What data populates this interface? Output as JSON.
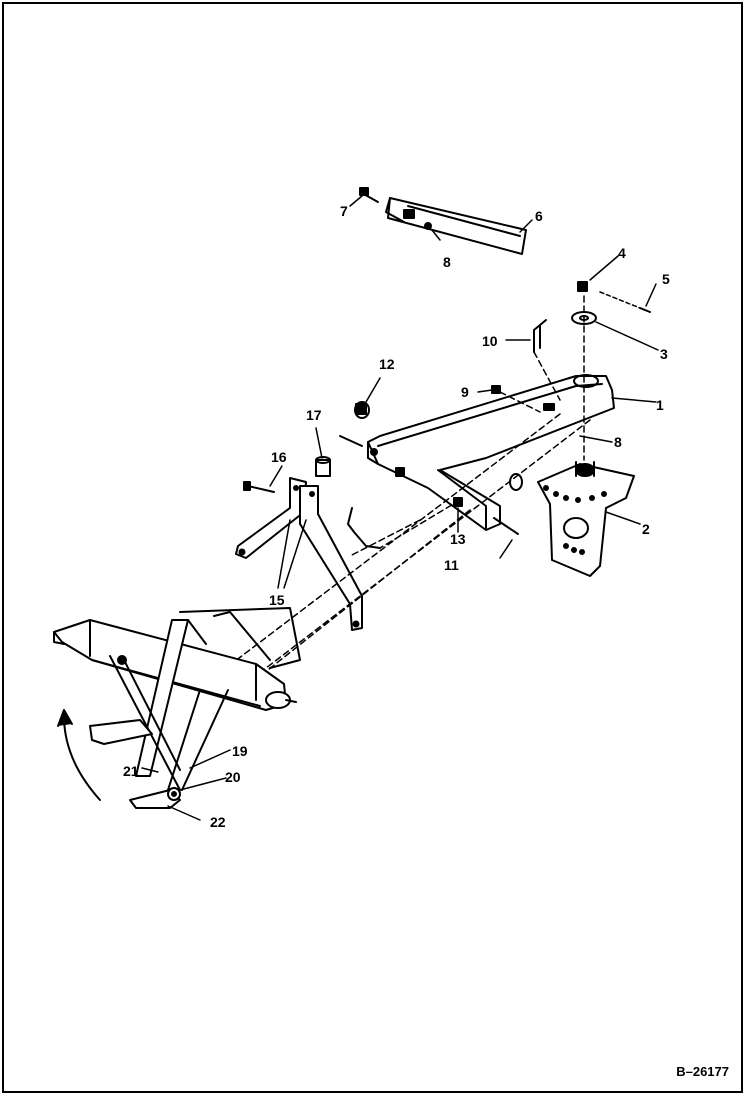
{
  "diagram": {
    "reference_code": "B–26177",
    "callouts": [
      "1",
      "2",
      "3",
      "4",
      "5",
      "6",
      "7",
      "8",
      "8",
      "9",
      "10",
      "11",
      "12",
      "13",
      "15",
      "16",
      "17",
      "19",
      "20",
      "21",
      "22"
    ]
  }
}
